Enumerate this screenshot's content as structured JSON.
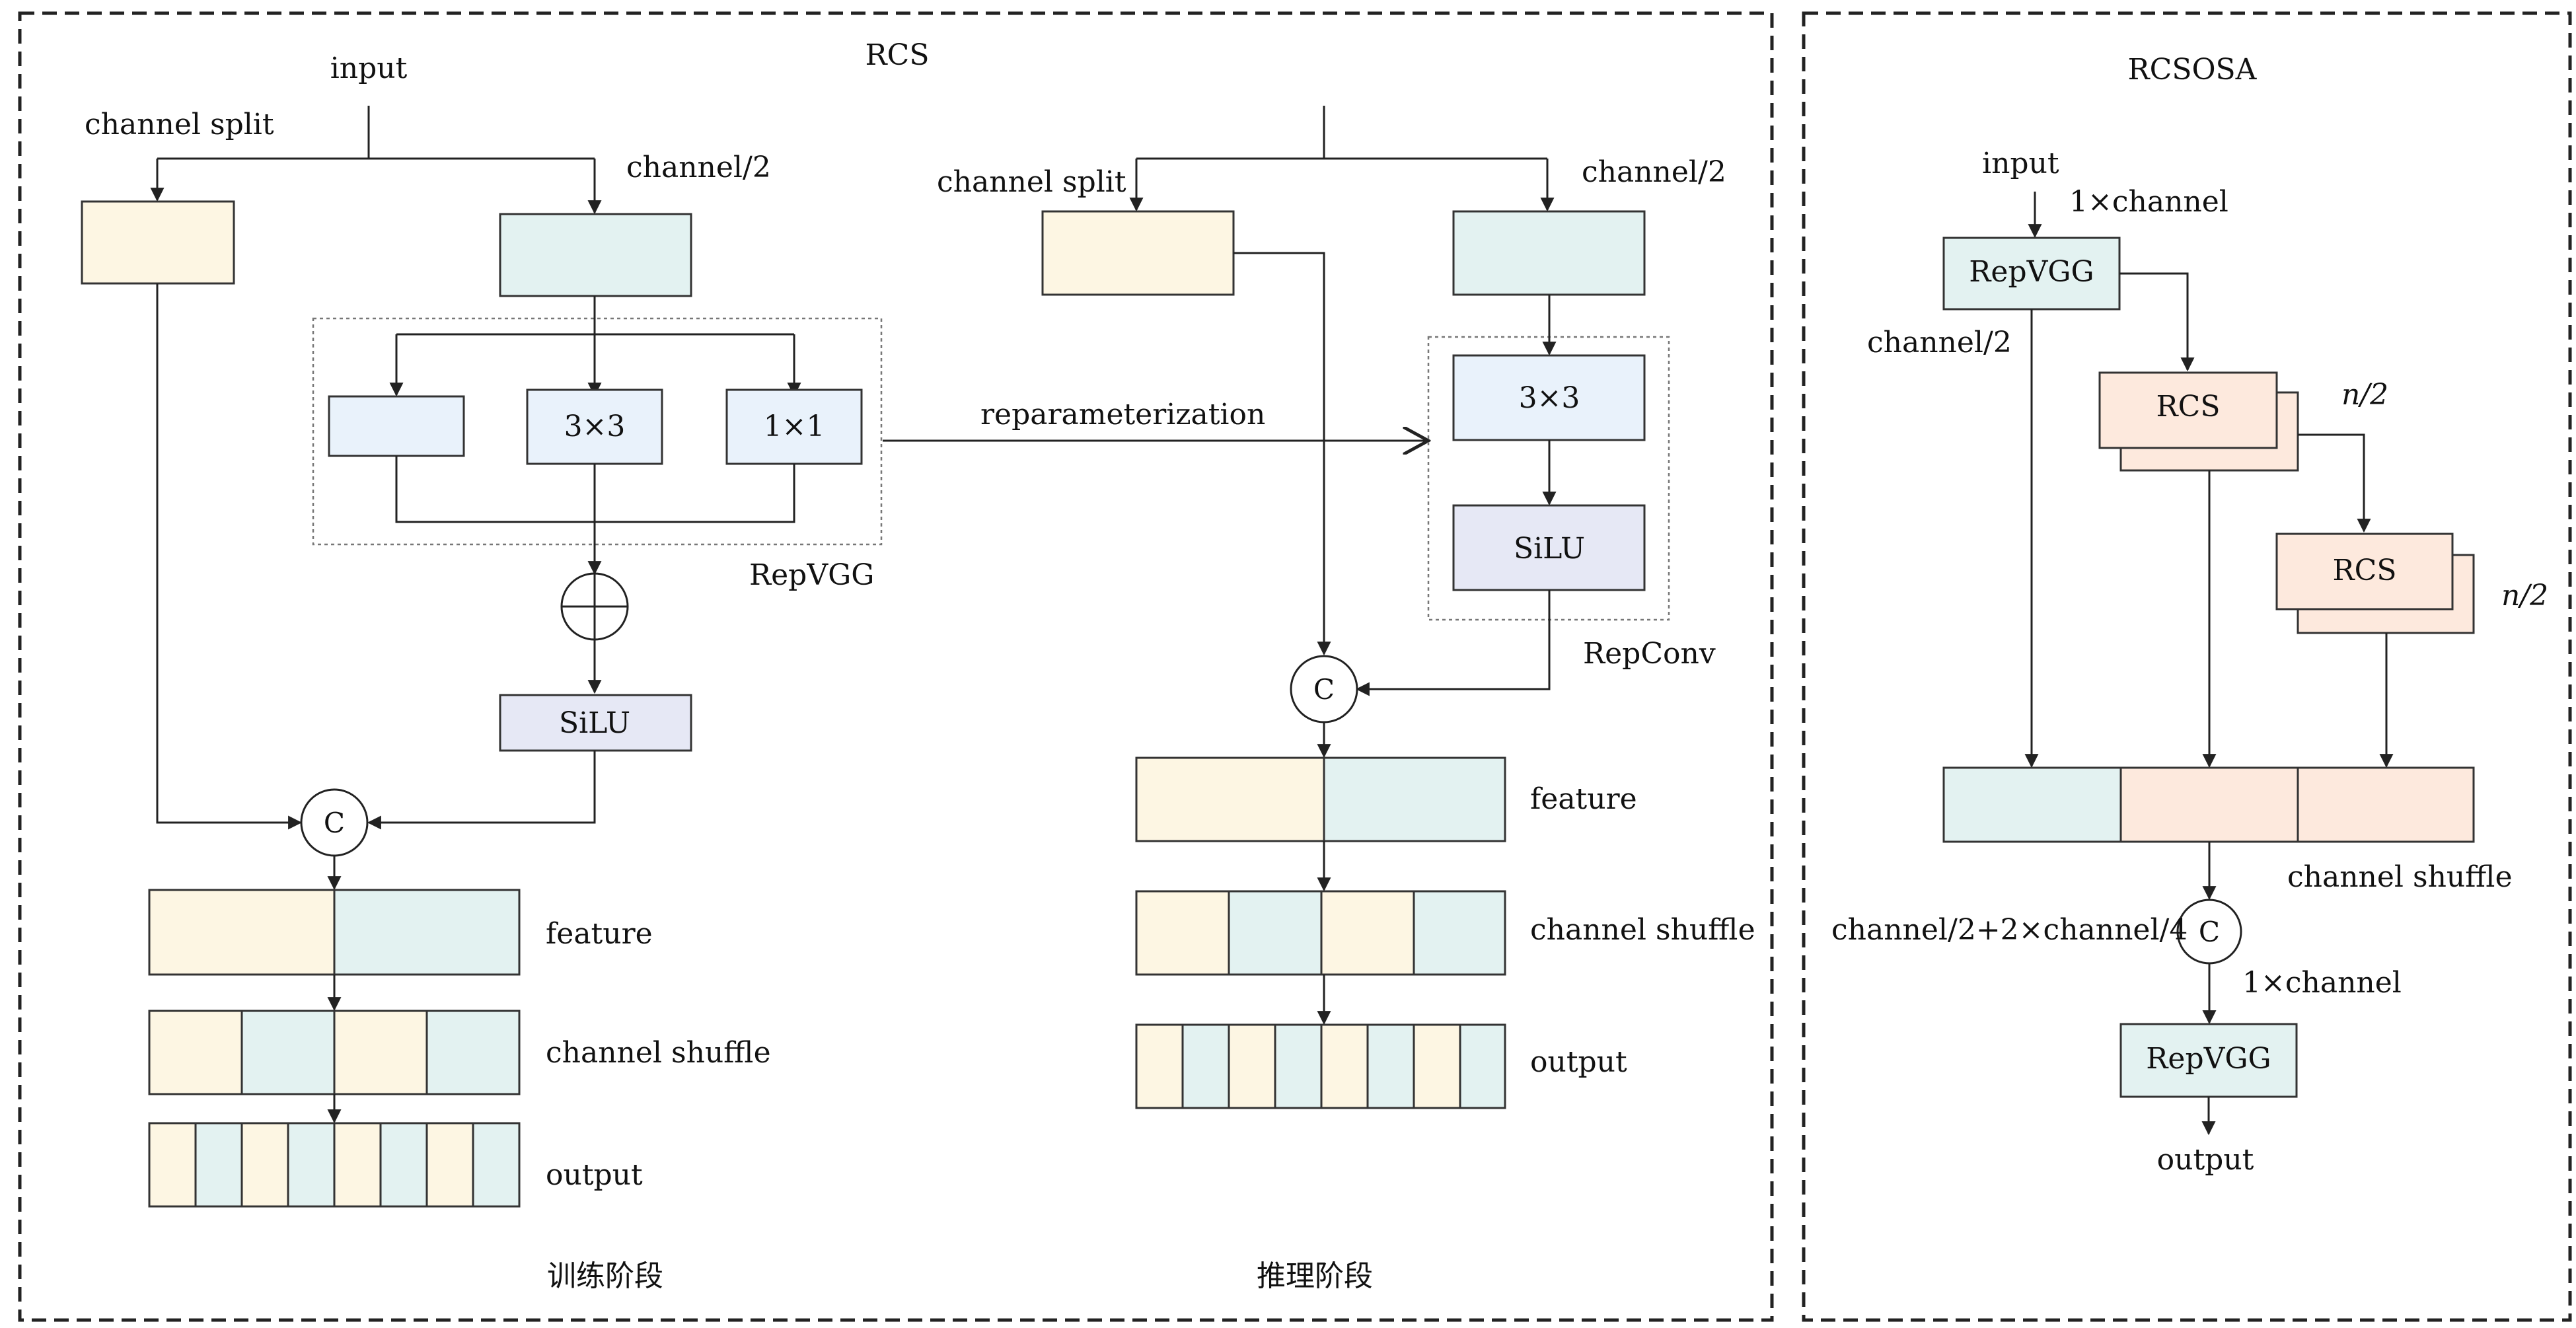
{
  "colors": {
    "cream": "#fdf6e3",
    "mint": "#e3f2f1",
    "lightblue": "#e9f2fb",
    "lavender": "#e6e8f5",
    "peach": "#fde9dd"
  },
  "rcs": {
    "title": "RCS",
    "training": {
      "input": "input",
      "channel_split": "channel split",
      "channel_half": "channel/2",
      "conv3": "3×3",
      "conv1": "1×1",
      "repvgg": "RepVGG",
      "silu": "SiLU",
      "concat": "C",
      "feature": "feature",
      "channel_shuffle": "channel shuffle",
      "output": "output",
      "stage_label": "训练阶段"
    },
    "reparameterization": "reparameterization",
    "inference": {
      "channel_split": "channel split",
      "channel_half": "channel/2",
      "conv3": "3×3",
      "silu": "SiLU",
      "repconv": "RepConv",
      "concat": "C",
      "feature": "feature",
      "channel_shuffle": "channel shuffle",
      "output": "output",
      "stage_label": "推理阶段"
    }
  },
  "rcsosa": {
    "title": "RCSOSA",
    "input": "input",
    "one_channel_top": "1×channel",
    "repvgg_top": "RepVGG",
    "channel_half": "channel/2",
    "rcs1": "RCS",
    "n_half_1": "n/2",
    "rcs2": "RCS",
    "n_half_2": "n/2",
    "channel_shuffle": "channel shuffle",
    "sum_label": "channel/2+2×channel/4",
    "concat": "C",
    "one_channel_bottom": "1×channel",
    "repvgg_bottom": "RepVGG",
    "output": "output"
  }
}
